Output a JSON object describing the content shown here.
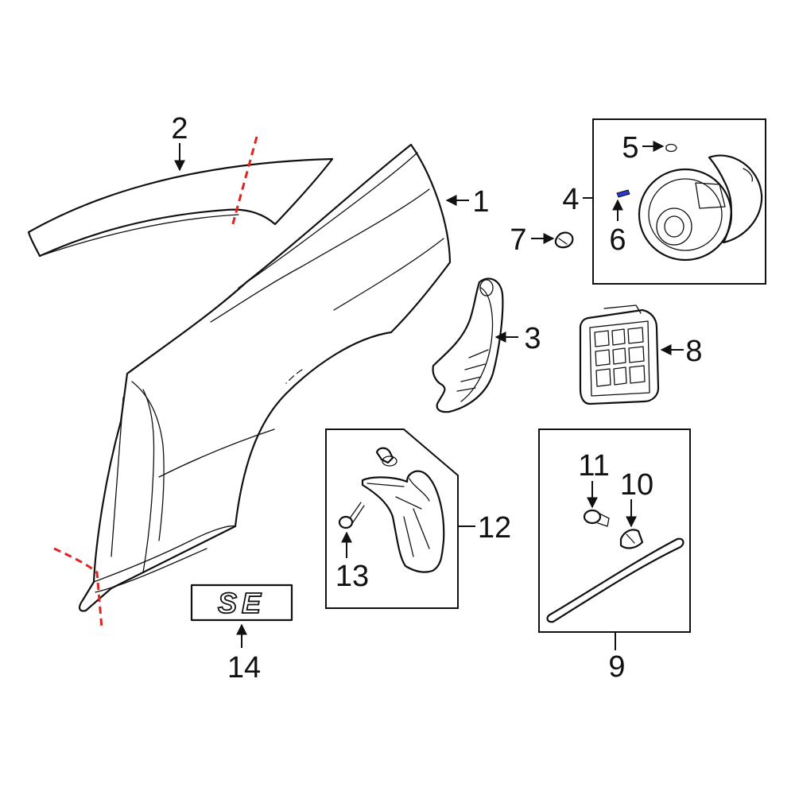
{
  "callouts": {
    "c1": "1",
    "c2": "2",
    "c3": "3",
    "c4": "4",
    "c5": "5",
    "c6": "6",
    "c7": "7",
    "c8": "8",
    "c9": "9",
    "c10": "10",
    "c11": "11",
    "c12": "12",
    "c13": "13",
    "c14": "14"
  },
  "emblem": {
    "text": "SE"
  },
  "colors": {
    "line": "#111111",
    "cut_line": "#e0231c",
    "accent_part": "#2a3ad0"
  }
}
